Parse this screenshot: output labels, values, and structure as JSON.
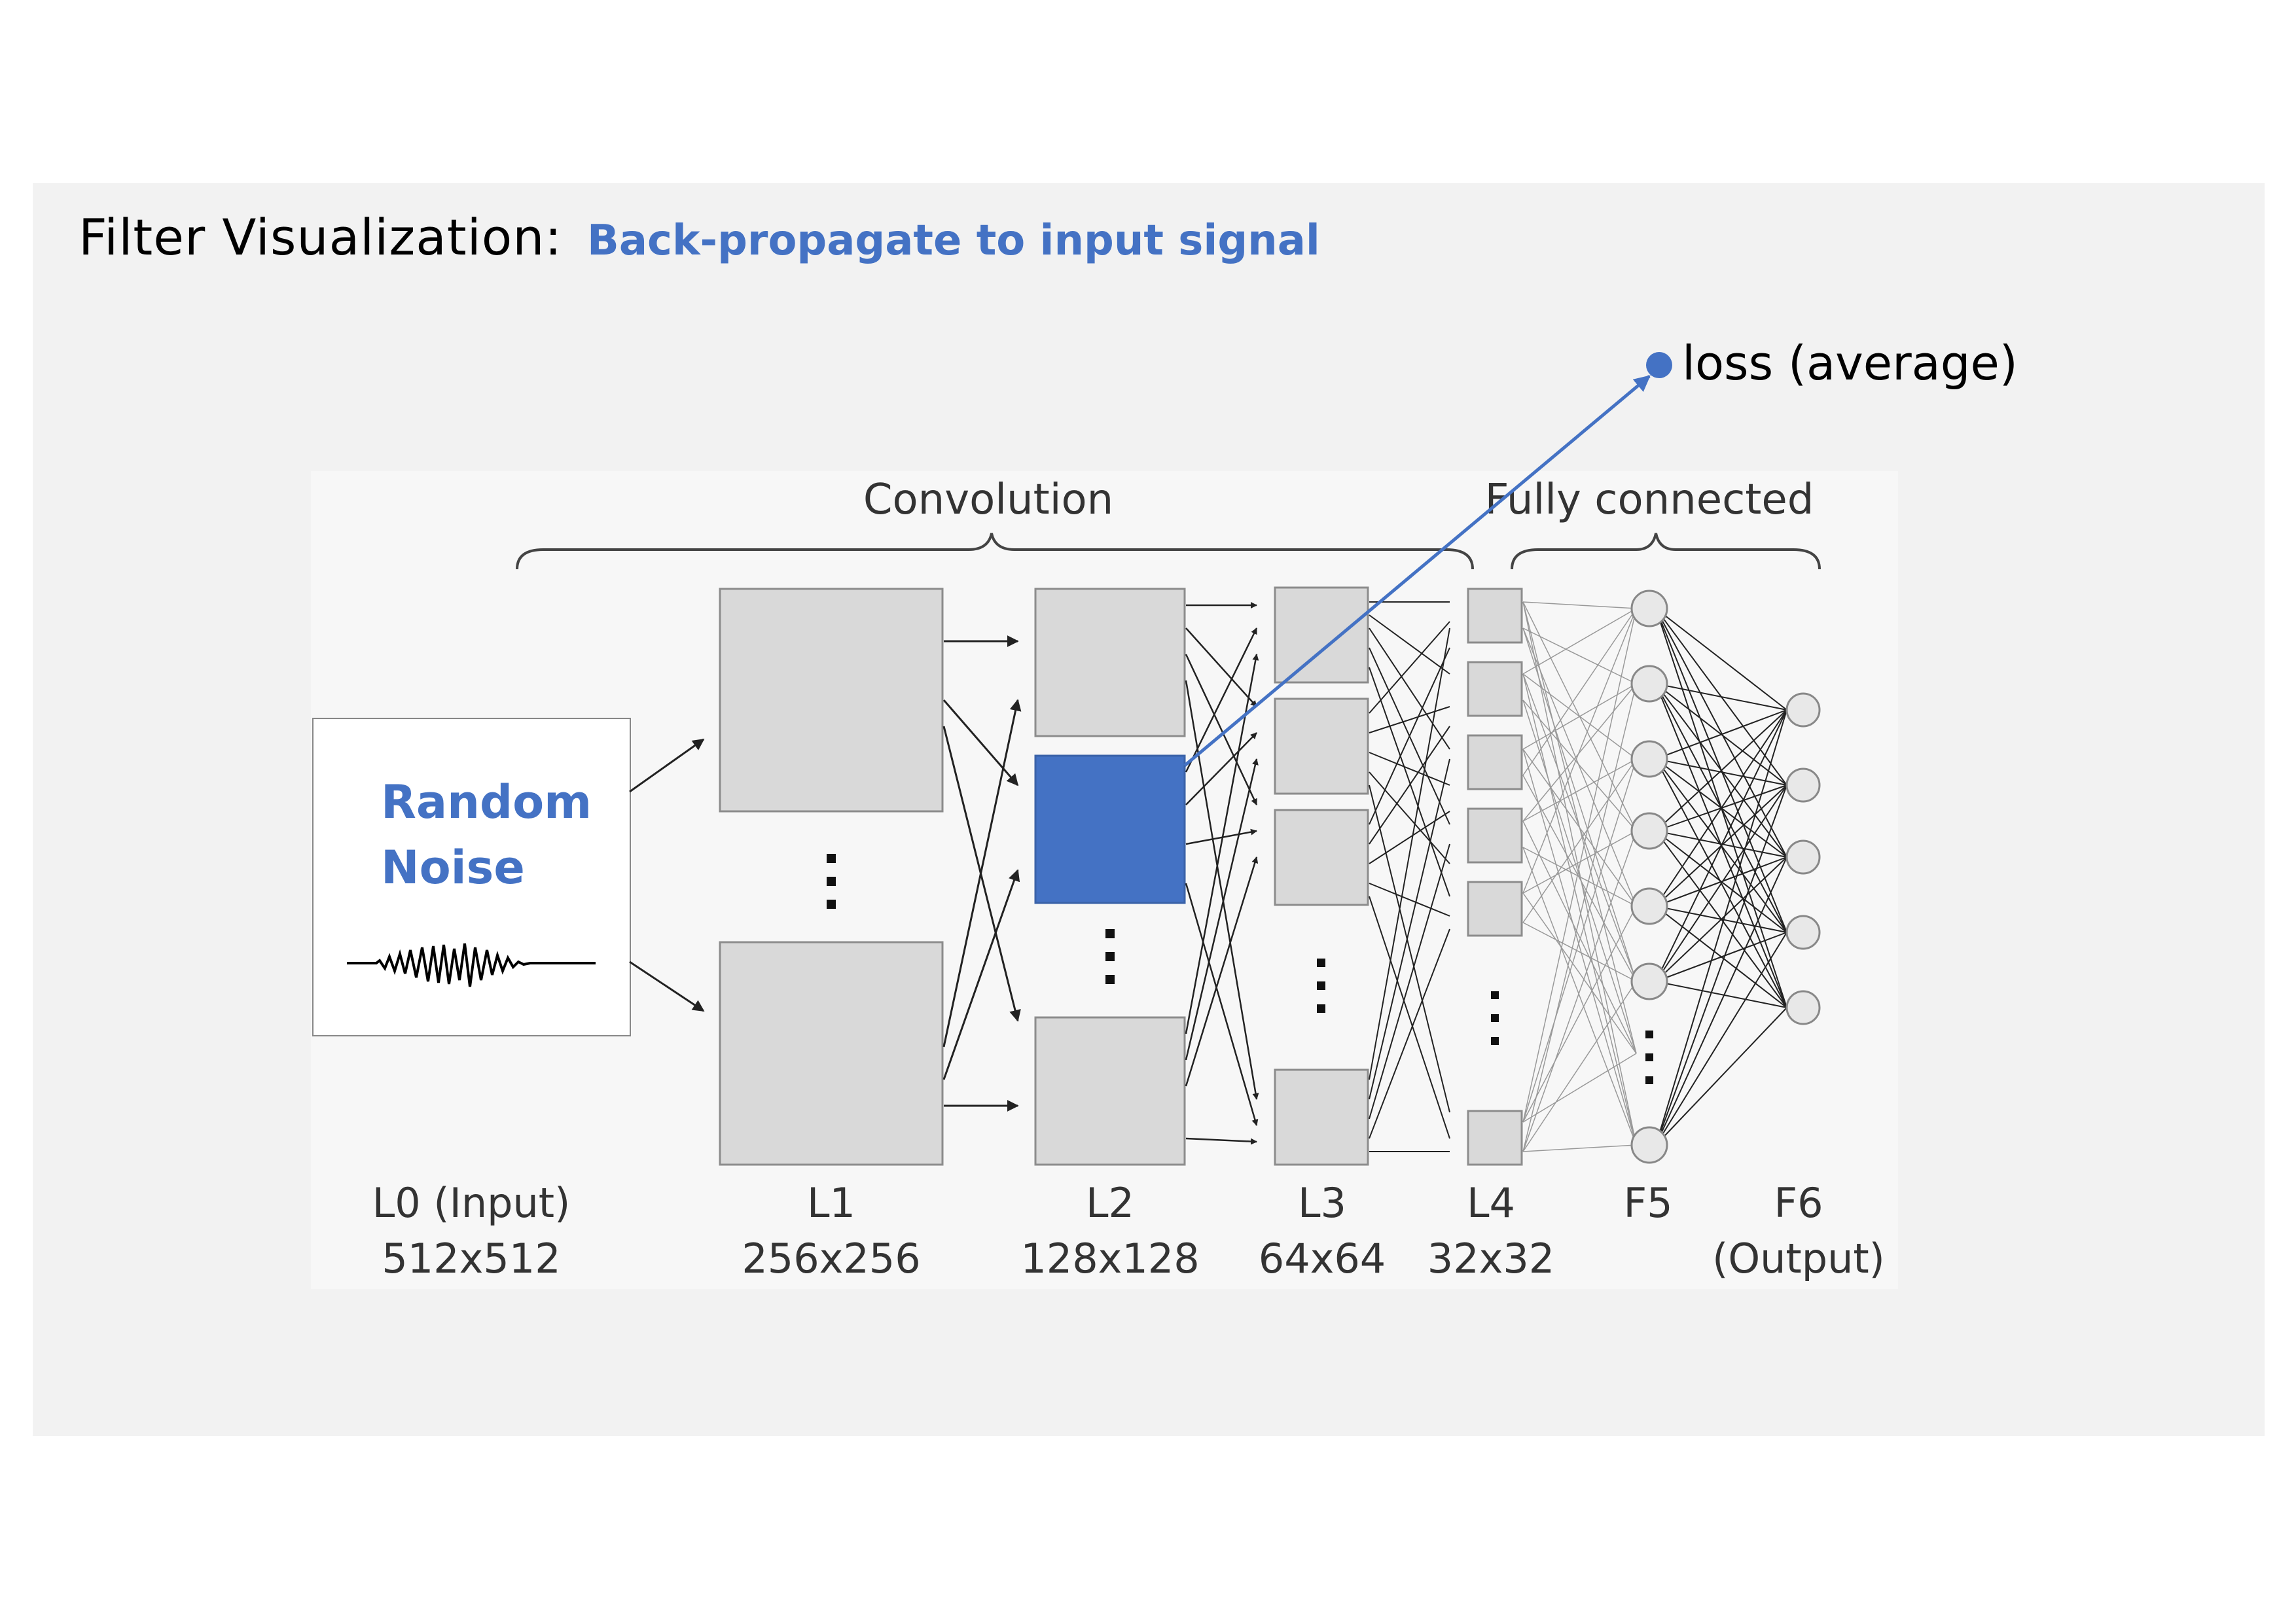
{
  "title": "Filter Visualization:",
  "subtitle": "Back-propagate to input signal",
  "loss_label": "loss (average)",
  "input_box": {
    "line1": "Random",
    "line2": "Noise"
  },
  "groups": {
    "convolution": "Convolution",
    "fully_connected": "Fully connected"
  },
  "layers": [
    {
      "name": "L0 (Input)",
      "size": "512x512"
    },
    {
      "name": "L1",
      "size": "256x256"
    },
    {
      "name": "L2",
      "size": "128x128"
    },
    {
      "name": "L3",
      "size": "64x64"
    },
    {
      "name": "L4",
      "size": "32x32"
    },
    {
      "name": "F5",
      "size": ""
    },
    {
      "name": "F6",
      "size": "(Output)"
    }
  ],
  "colors": {
    "accent": "#4472c4",
    "box": "#d9d9d9",
    "box_border": "#8c8c8c",
    "panel": "#f2f2f2",
    "diagram_bg": "#f7f7f7"
  }
}
